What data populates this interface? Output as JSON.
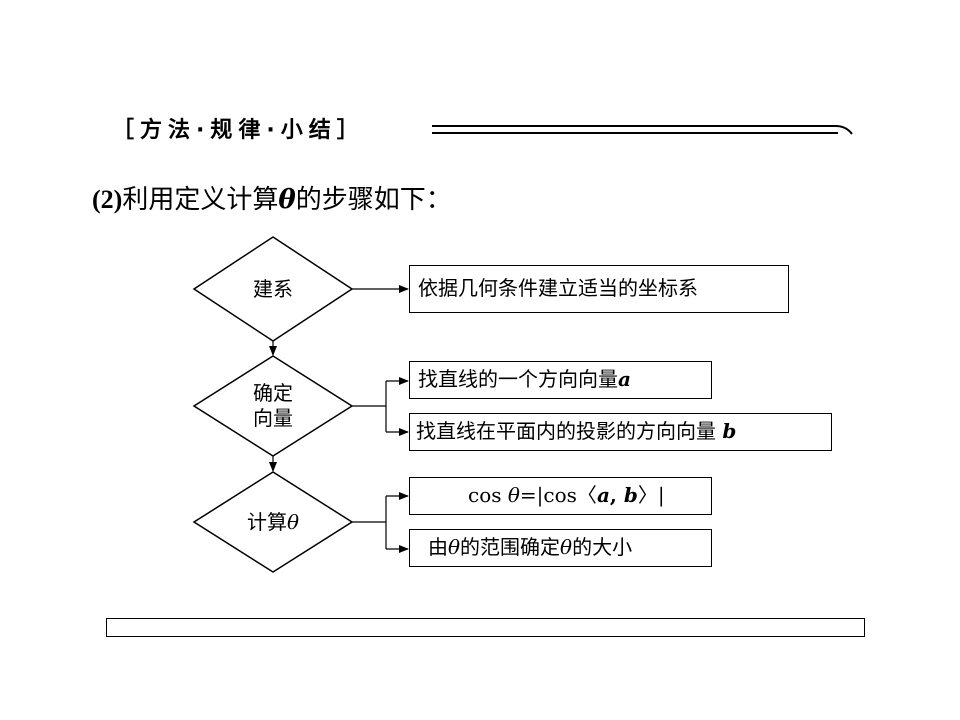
{
  "header": {
    "title": "［方法·规律·小结］"
  },
  "step": {
    "number": "(2)",
    "text_before": "利用定义计算",
    "theta": "θ",
    "text_after": "的步骤如下："
  },
  "flow": {
    "step1": {
      "label": "建系",
      "box": "依据几何条件建立适当的坐标系"
    },
    "step2": {
      "label_line1": "确定",
      "label_line2": "向量",
      "box1_text": "找直线的一个方向向量",
      "box1_var": "a",
      "box2_text": "找直线在平面内的投影的方向向量",
      "box2_var": "b"
    },
    "step3": {
      "label_text": "计算",
      "label_var": "θ",
      "formula": {
        "cos": "cos",
        "theta": "θ",
        "eq_open": "=|cos〈",
        "a": "a",
        "comma": ", ",
        "b": "b",
        "close": "〉|"
      },
      "box2_prefix": "由",
      "box2_theta1": "θ",
      "box2_middle": "的范围确定",
      "box2_theta2": "θ",
      "box2_suffix": "的大小"
    }
  }
}
